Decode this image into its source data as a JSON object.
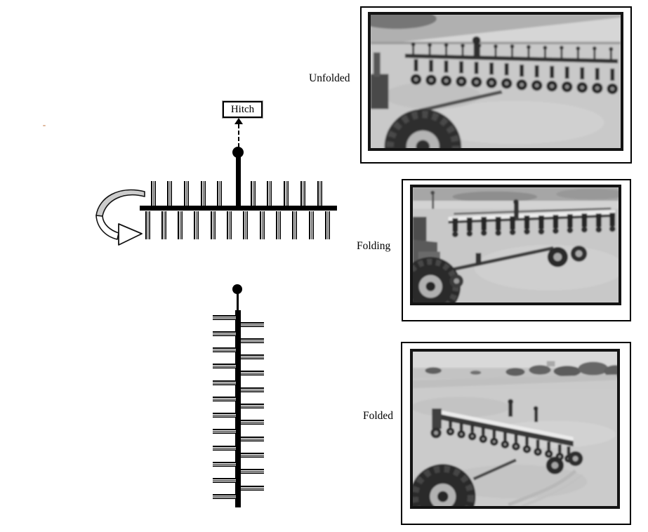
{
  "schematic": {
    "hitch_label": "Hitch",
    "unfolded_bar": {
      "top_tine_count": 10,
      "bottom_tine_count": 12
    },
    "folded_bar": {
      "left_tine_count": 12,
      "right_tine_count": 11
    },
    "icons": {
      "fold_arrow": "curved-fold-arrow",
      "hitch_point": "hitch-ball",
      "hitch_link": "dashed-arrow-up"
    },
    "colors": {
      "ink": "#000000",
      "arrow_fill": "#cccccc"
    }
  },
  "photos": [
    {
      "label": "Unfolded",
      "image": "planter-unfolded-photo"
    },
    {
      "label": "Folding",
      "image": "planter-folding-photo"
    },
    {
      "label": "Folded",
      "image": "planter-folded-photo"
    }
  ]
}
